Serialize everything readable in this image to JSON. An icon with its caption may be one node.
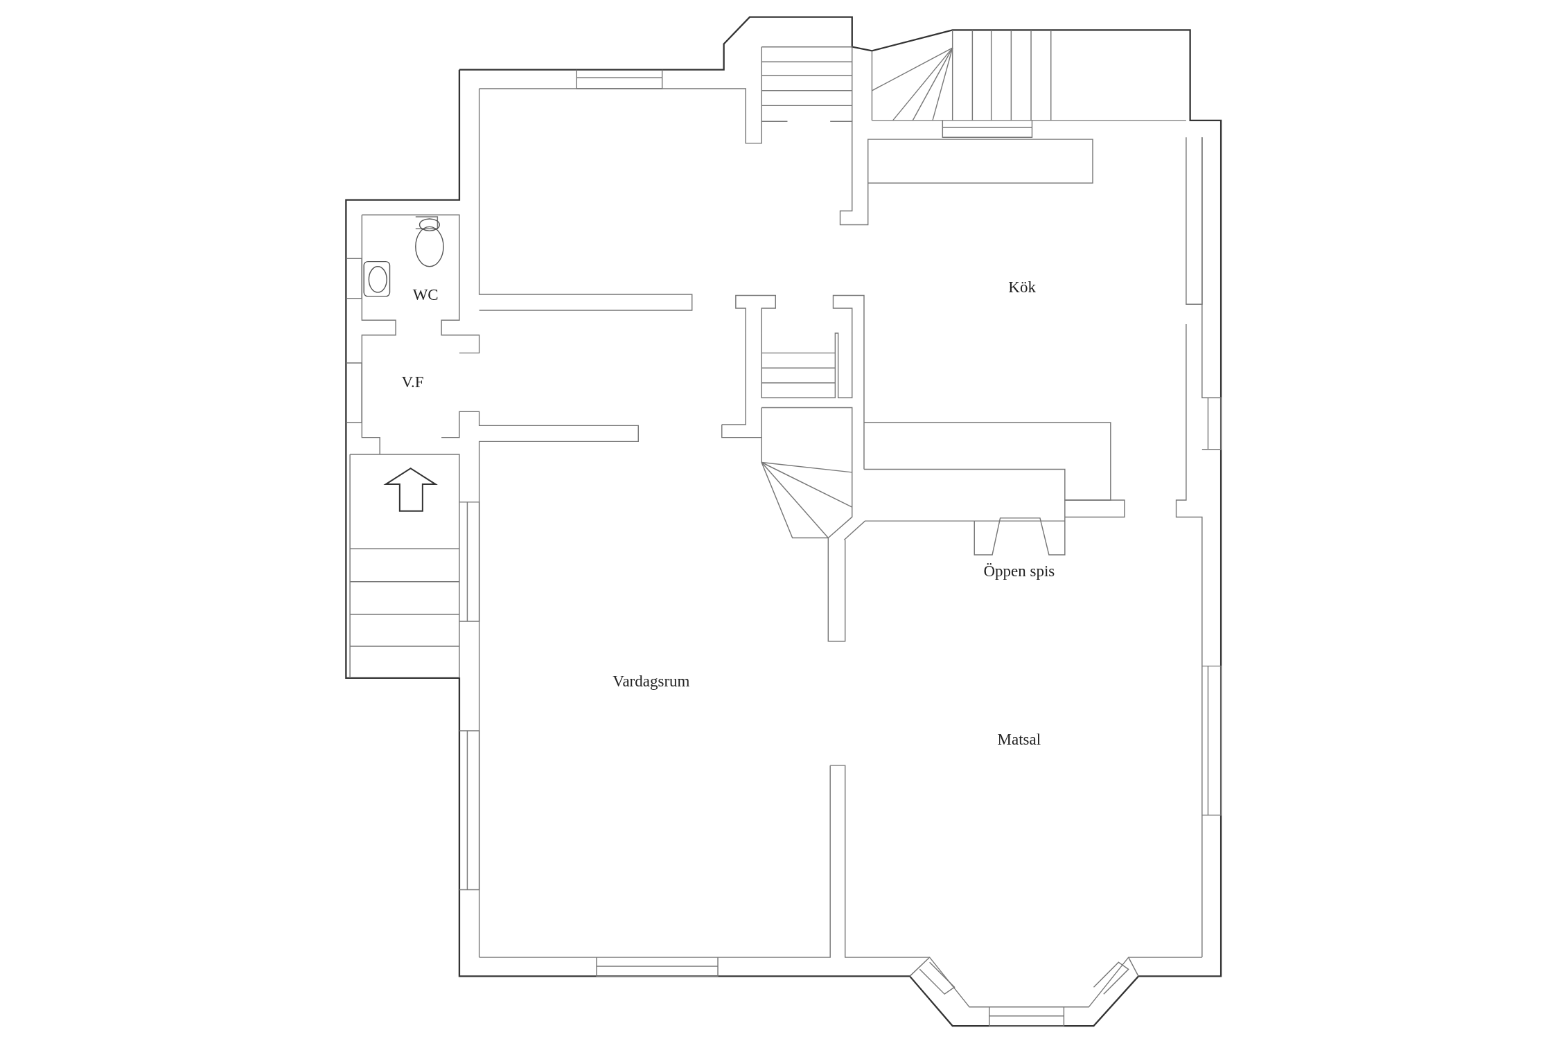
{
  "diagram": {
    "labels": [
      "WC",
      "Kök",
      "V.F",
      "Öppen spis",
      "Vardagsrum",
      "Matsal"
    ]
  }
}
